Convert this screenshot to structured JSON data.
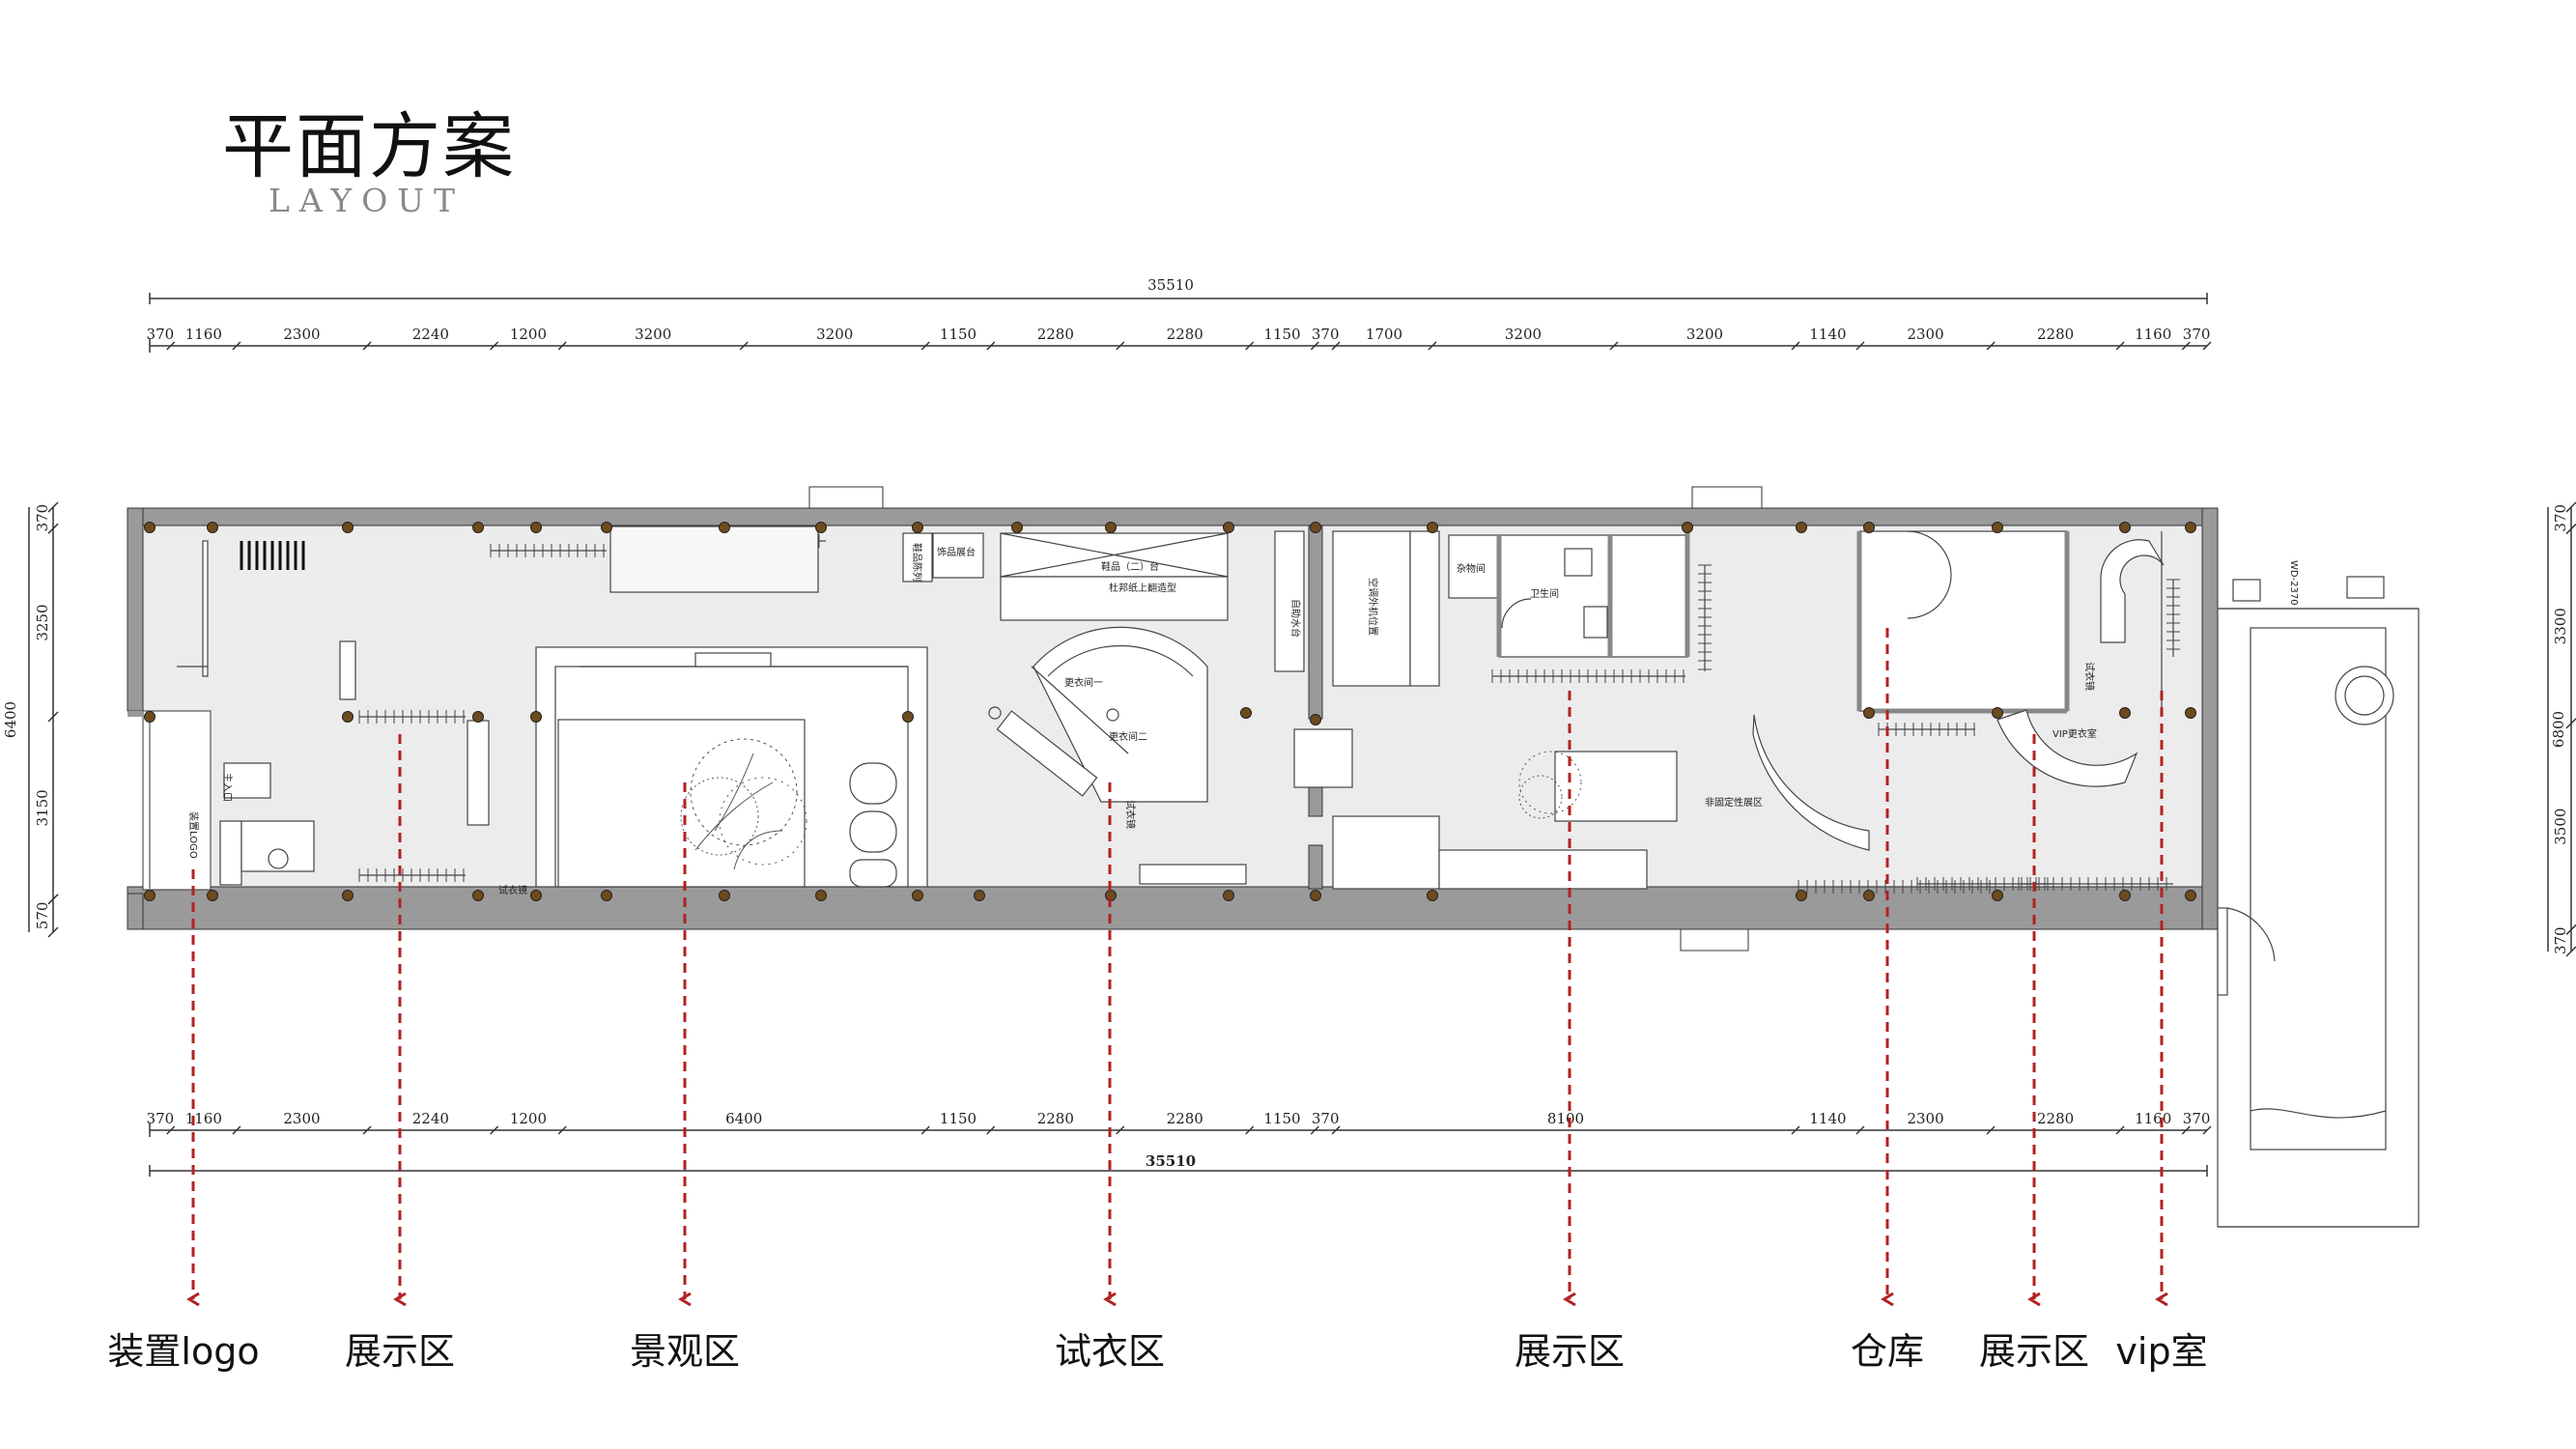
{
  "header": {
    "title": "平面方案",
    "subtitle": "LAYOUT"
  },
  "colors": {
    "wall": "#9a9a9a",
    "floor": "#ececec",
    "column": "#6e4a1e",
    "arrow": "#b22222",
    "line": "#333333"
  },
  "dimensions": {
    "top_total": "35510",
    "top": [
      "370",
      "1160",
      "2300",
      "2240",
      "1200",
      "3200",
      "3200",
      "1150",
      "2280",
      "2280",
      "1150",
      "370",
      "1700",
      "3200",
      "3200",
      "1140",
      "2300",
      "2280",
      "1160",
      "370"
    ],
    "bottom_total": "35510",
    "bottom": [
      "370",
      "1160",
      "2300",
      "2240",
      "1200",
      "6400",
      "1150",
      "2280",
      "2280",
      "1150",
      "370",
      "8100",
      "1140",
      "2300",
      "2280",
      "1160",
      "370"
    ],
    "left": [
      "370",
      "3250",
      "3150",
      "570"
    ],
    "left_total": "6400",
    "right": [
      "370",
      "3300",
      "3500",
      "370"
    ],
    "right_total": "6800"
  },
  "rooms": {
    "entrance": "主入口",
    "logo": "装置LOGO",
    "fitting_mirror": "试衣镜",
    "product_display": "饰品展台",
    "shoe_display": "鞋品陈列",
    "wall_display": "鞋品（二）台",
    "cloud_shelf": "杜邦纸上翻造型",
    "fitting_1": "更衣间一",
    "fitting_2": "更衣间二",
    "fitting_mirror2": "试衣镜",
    "cashier": "自助水台",
    "storage_kitchen": "空调外机位置",
    "sundries": "杂物间",
    "toilet": "卫生间",
    "flex_display": "非固定性展区",
    "vip_fitting": "VIP更衣室",
    "vip_mirror": "试衣镜",
    "outdoor": "WD-2370"
  },
  "zones": [
    "装置logo",
    "展示区",
    "景观区",
    "试衣区",
    "展示区",
    "仓库",
    "展示区",
    "vip室"
  ]
}
